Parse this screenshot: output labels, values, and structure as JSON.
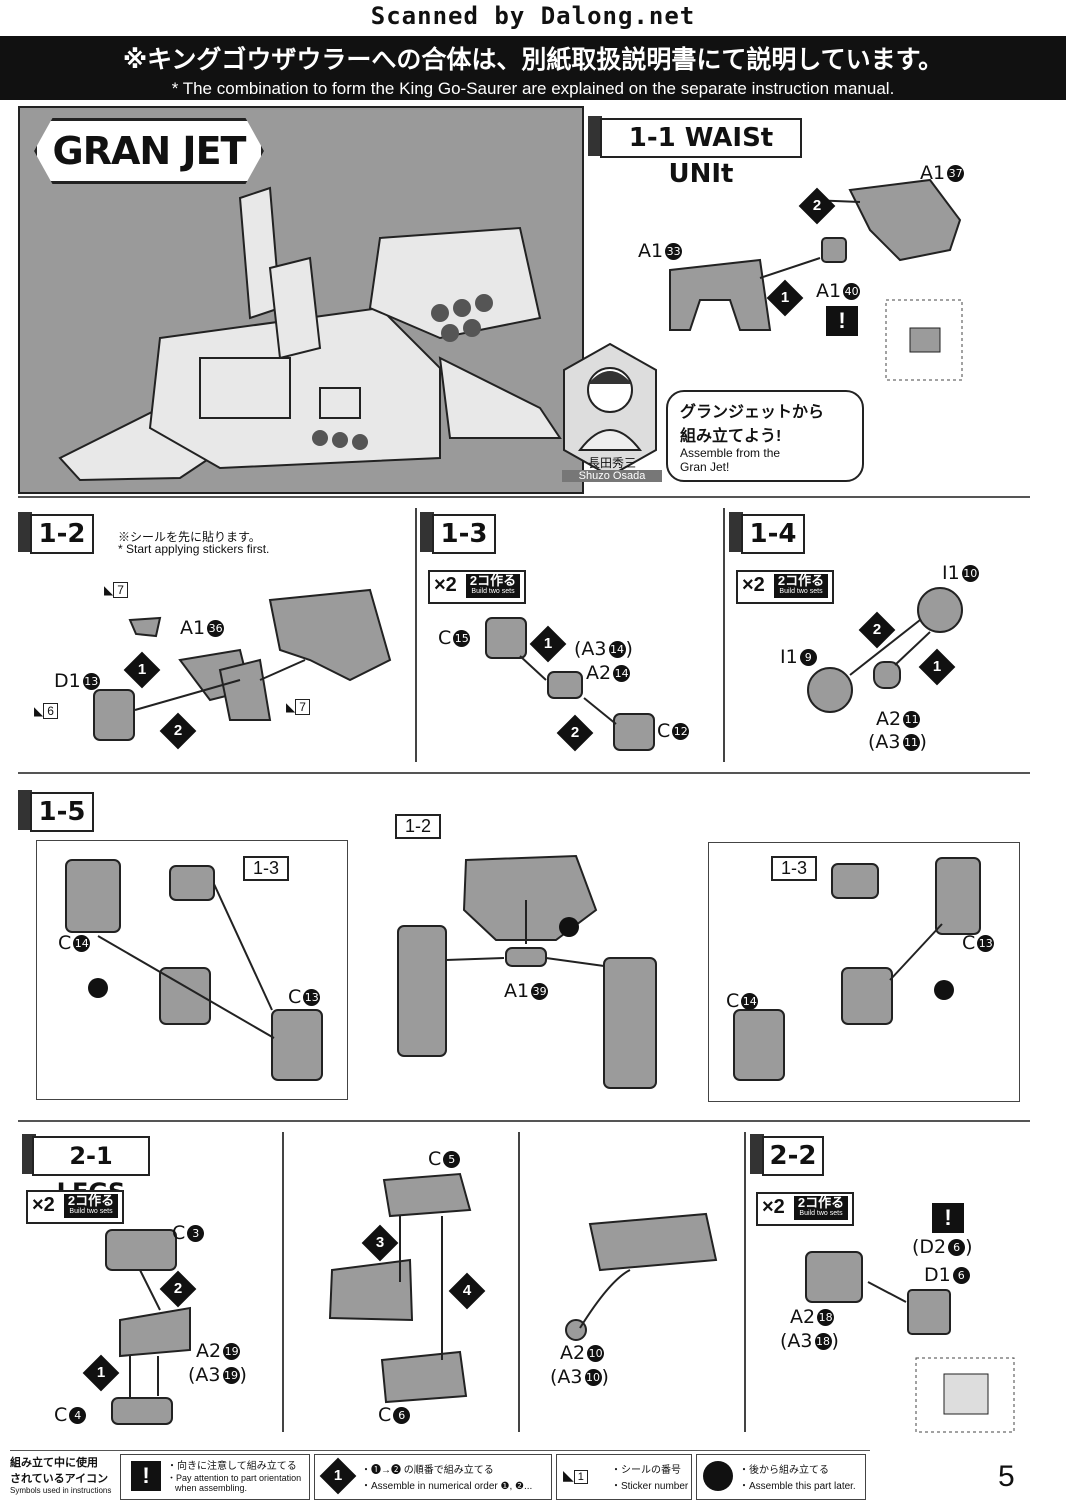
{
  "header": {
    "scanned": "Scanned by Dalong.net",
    "jp_notice": "※キングゴウザウラーへの合体は、別紙取扱説明書にて説明しています。",
    "en_notice": "* The combination to form the King Go-Saurer are explained on the separate instruction manual."
  },
  "gran_jet": {
    "title": "GRAN JET",
    "character_name_jp": "長田秀三",
    "character_name_en": "Shuzo Osada",
    "bubble_jp1": "グランジェットから",
    "bubble_jp2": "組み立てよう!",
    "bubble_en1": "Assemble from the",
    "bubble_en2": "Gran Jet!"
  },
  "steps": {
    "s1_1": {
      "title": "1-1 WAISt UNIt",
      "p1": "A1",
      "p2": "A1",
      "p3": "A1",
      "n1": "37",
      "n2": "33",
      "n3": "40"
    },
    "s1_2": {
      "title": "1-2",
      "note_jp": "※シールを先に貼ります。",
      "note_en": "* Start applying stickers first.",
      "pa": "A1",
      "na": "36",
      "pd": "D1",
      "nd": "13",
      "st7a": "7",
      "st7b": "7",
      "st6": "6"
    },
    "s1_3": {
      "title": "1-3",
      "pc15": "C",
      "n15": "15",
      "pa3": "(A3",
      "na3": "14",
      "pa2": "A2",
      "na2": "14",
      "pc12": "C",
      "n12": "12"
    },
    "s1_4": {
      "title": "1-4",
      "pi10": "I1",
      "ni10": "10",
      "pi9": "I1",
      "ni9": "9",
      "pa2": "A2",
      "na2": "11",
      "pa3": "(A3",
      "na3": "11"
    },
    "s1_5": {
      "title": "1-5",
      "ref12": "1-2",
      "ref13a": "1-3",
      "ref13b": "1-3",
      "c14a": "C",
      "n14a": "14",
      "c13a": "C",
      "n13a": "13",
      "a139": "A1",
      "n39": "39",
      "c14b": "C",
      "n14b": "14",
      "c13b": "C",
      "n13b": "13"
    },
    "s2_1": {
      "title": "2-1 LEGS",
      "c3": "C",
      "n3": "3",
      "a2": "A2",
      "n19": "19",
      "a3": "(A3",
      "n19b": "19",
      "c4": "C",
      "n4": "4",
      "c5": "C",
      "n5": "5",
      "c6": "C",
      "n6": "6",
      "a210": "A2",
      "n10": "10",
      "a310": "(A3",
      "n10b": "10"
    },
    "s2_2": {
      "title": "2-2",
      "d26": "(D2",
      "nd26": "6",
      "d16": "D1",
      "nd16": "6",
      "a218": "A2",
      "n18": "18",
      "a318": "(A3",
      "n18b": "18"
    }
  },
  "badge": {
    "x2": "×2",
    "jp": "2コ作る",
    "en": "Build two sets"
  },
  "footer": {
    "legend_jp1": "組み立て中に使用",
    "legend_jp2": "されているアイコン",
    "legend_en": "Symbols used in instructions",
    "attention_jp": "・向きに注意して組み立てる",
    "attention_en1": "・Pay attention to part orientation",
    "attention_en2": "when assembling.",
    "order_jp": "・❶→❷ の順番で組み立てる",
    "order_en": "・Assemble in numerical order ❶, ❷...",
    "sticker_jp": "・シールの番号",
    "sticker_en": "・Sticker number",
    "later_jp": "・後から組み立てる",
    "later_en": "・Assemble this part later.",
    "page": "5"
  }
}
